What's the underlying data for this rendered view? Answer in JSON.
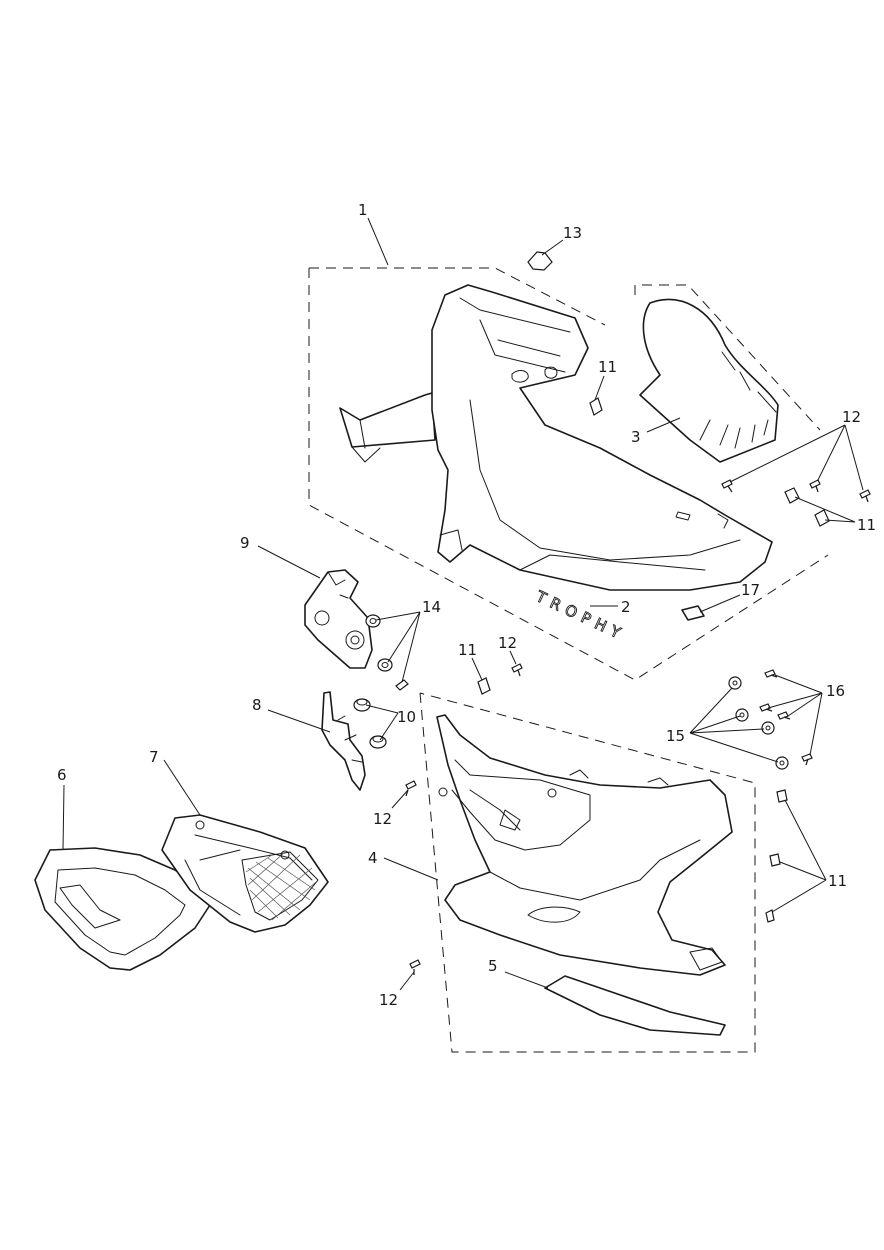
{
  "callouts": {
    "c1": "1",
    "c2": "2",
    "c3": "3",
    "c4": "4",
    "c5": "5",
    "c6": "6",
    "c7": "7",
    "c8": "8",
    "c9": "9",
    "c10": "10",
    "c11a": "11",
    "c11b": "11",
    "c11c": "11",
    "c11d": "11",
    "c12a": "12",
    "c12b": "12",
    "c12c": "12",
    "c12d": "12",
    "c13": "13",
    "c14": "14",
    "c15": "15",
    "c16": "16",
    "c17": "17"
  },
  "emblem_text": "TROPHY"
}
